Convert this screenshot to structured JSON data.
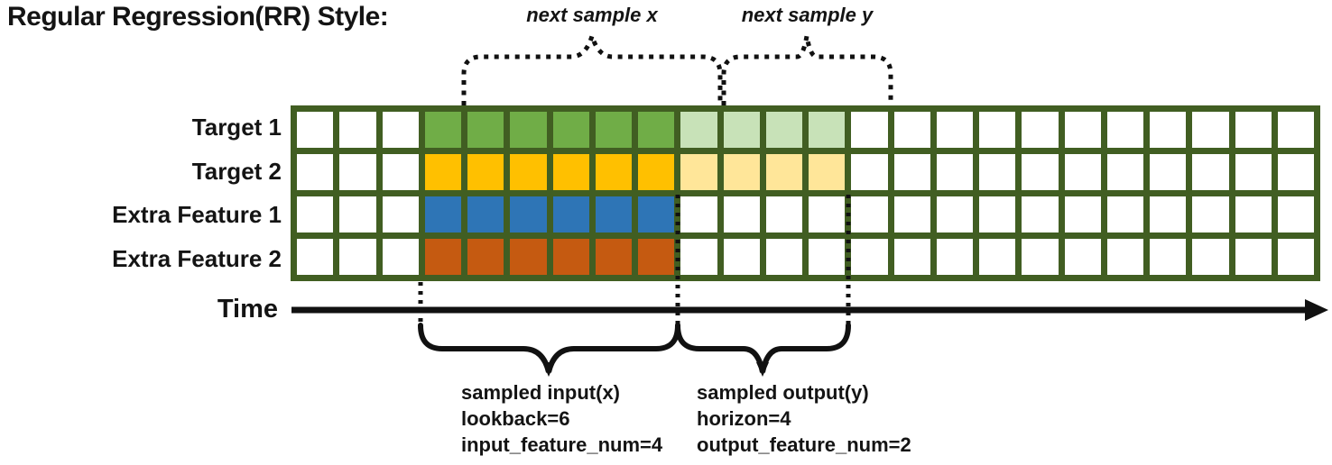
{
  "title": "Regular Regression(RR) Style:",
  "annotations": {
    "next_sample_x": "next sample x",
    "next_sample_y": "next sample y",
    "time_label": "Time",
    "input_block": [
      "sampled input(x)",
      "lookback=6",
      "input_feature_num=4"
    ],
    "output_block": [
      "sampled output(y)",
      "horizon=4",
      "output_feature_num=2"
    ]
  },
  "colors": {
    "border": "#415E22",
    "white": "#FFFFFF",
    "green": "#70AD47",
    "light_green": "#C8E2B8",
    "yellow": "#FFC000",
    "light_yellow": "#FFE699",
    "blue": "#2E75B6",
    "orange": "#C55A11",
    "stroke": "#111111"
  },
  "grid": {
    "columns": 24,
    "rows": [
      {
        "label": "Target 1",
        "cells": [
          [
            "white",
            3
          ],
          [
            "green",
            6
          ],
          [
            "light_green",
            4
          ],
          [
            "white",
            11
          ]
        ]
      },
      {
        "label": "Target 2",
        "cells": [
          [
            "white",
            3
          ],
          [
            "yellow",
            6
          ],
          [
            "light_yellow",
            4
          ],
          [
            "white",
            11
          ]
        ]
      },
      {
        "label": "Extra Feature 1",
        "cells": [
          [
            "white",
            3
          ],
          [
            "blue",
            6
          ],
          [
            "white",
            15
          ]
        ]
      },
      {
        "label": "Extra Feature 2",
        "cells": [
          [
            "white",
            3
          ],
          [
            "orange",
            6
          ],
          [
            "white",
            15
          ]
        ]
      }
    ]
  }
}
